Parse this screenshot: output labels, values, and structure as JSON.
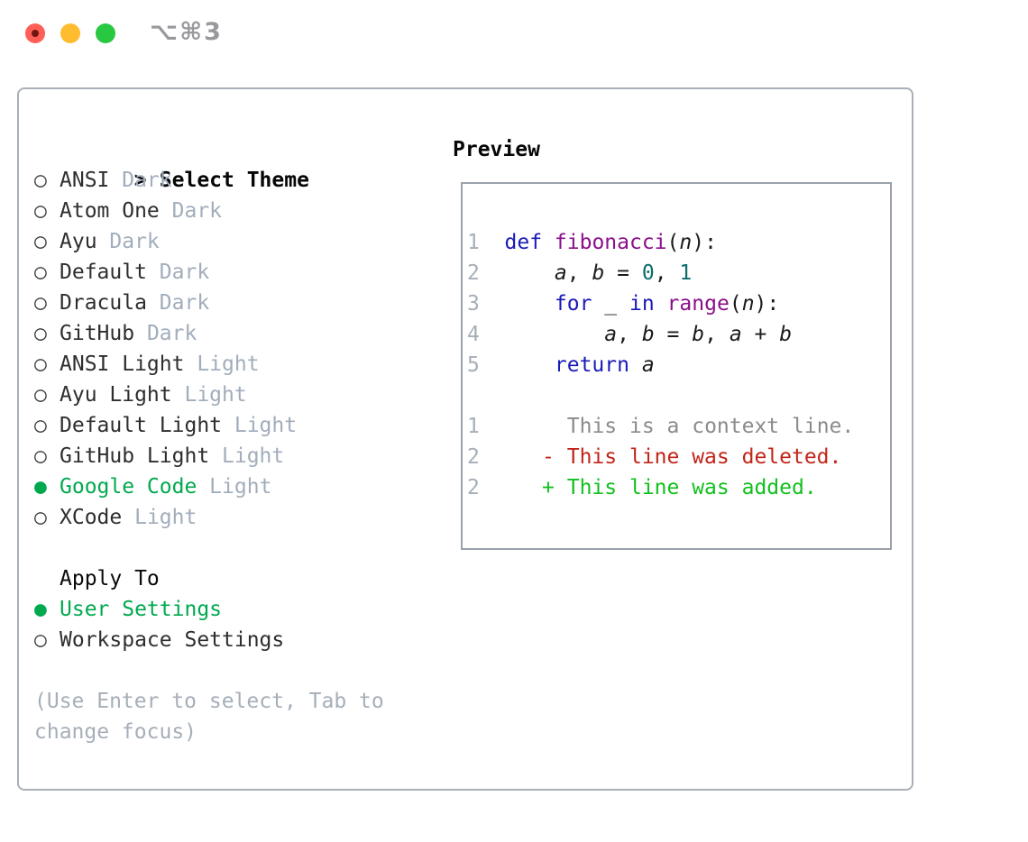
{
  "window": {
    "titlebar_label": "⌥⌘3"
  },
  "theme_picker": {
    "header_prefix": ">",
    "header": "Select Theme",
    "marker_unselected": "○",
    "marker_selected": "●",
    "items": [
      {
        "name": "ANSI",
        "variant": "Dark",
        "selected": false
      },
      {
        "name": "Atom One",
        "variant": "Dark",
        "selected": false
      },
      {
        "name": "Ayu",
        "variant": "Dark",
        "selected": false
      },
      {
        "name": "Default",
        "variant": "Dark",
        "selected": false
      },
      {
        "name": "Dracula",
        "variant": "Dark",
        "selected": false
      },
      {
        "name": "GitHub",
        "variant": "Dark",
        "selected": false
      },
      {
        "name": "ANSI Light",
        "variant": "Light",
        "selected": false
      },
      {
        "name": "Ayu Light",
        "variant": "Light",
        "selected": false
      },
      {
        "name": "Default Light",
        "variant": "Light",
        "selected": false
      },
      {
        "name": "GitHub Light",
        "variant": "Light",
        "selected": false
      },
      {
        "name": "Google Code",
        "variant": "Light",
        "selected": true
      },
      {
        "name": "XCode",
        "variant": "Light",
        "selected": false
      }
    ],
    "apply_to": {
      "header": "Apply To",
      "options": [
        {
          "name": "User Settings",
          "selected": true
        },
        {
          "name": "Workspace Settings",
          "selected": false
        }
      ]
    },
    "help_lines": [
      "(Use Enter to select, Tab to",
      "change focus)"
    ]
  },
  "preview": {
    "header": "Preview",
    "lines": [
      {
        "num": "1",
        "segments": [
          [
            "def",
            "kw"
          ],
          [
            " ",
            "pl"
          ],
          [
            "fibonacci",
            "fn"
          ],
          [
            "(",
            "pl"
          ],
          [
            "n",
            "var"
          ],
          [
            "):",
            "pl"
          ]
        ]
      },
      {
        "num": "2",
        "segments": [
          [
            "    ",
            "pl"
          ],
          [
            "a",
            "var"
          ],
          [
            ", ",
            "pl"
          ],
          [
            "b",
            "var"
          ],
          [
            " = ",
            "pl"
          ],
          [
            "0",
            "num"
          ],
          [
            ", ",
            "pl"
          ],
          [
            "1",
            "num"
          ]
        ]
      },
      {
        "num": "3",
        "segments": [
          [
            "    ",
            "pl"
          ],
          [
            "for",
            "kw"
          ],
          [
            " ",
            "pl"
          ],
          [
            "_",
            "var"
          ],
          [
            " ",
            "pl"
          ],
          [
            "in",
            "kw"
          ],
          [
            " ",
            "pl"
          ],
          [
            "range",
            "fn"
          ],
          [
            "(",
            "pl"
          ],
          [
            "n",
            "var"
          ],
          [
            "):",
            "pl"
          ]
        ]
      },
      {
        "num": "4",
        "segments": [
          [
            "        ",
            "pl"
          ],
          [
            "a",
            "var"
          ],
          [
            ", ",
            "pl"
          ],
          [
            "b",
            "var"
          ],
          [
            " = ",
            "pl"
          ],
          [
            "b",
            "var"
          ],
          [
            ", ",
            "pl"
          ],
          [
            "a",
            "var"
          ],
          [
            " + ",
            "pl"
          ],
          [
            "b",
            "var"
          ]
        ]
      },
      {
        "num": "5",
        "segments": [
          [
            "    ",
            "pl"
          ],
          [
            "return",
            "kw"
          ],
          [
            " ",
            "pl"
          ],
          [
            "a",
            "var"
          ]
        ]
      },
      {
        "num": "",
        "segments": []
      },
      {
        "num": "1",
        "segments": [
          [
            "     ",
            "pl"
          ],
          [
            "This is a context line.",
            "ctx"
          ]
        ]
      },
      {
        "num": "2",
        "segments": [
          [
            "   ",
            "pl"
          ],
          [
            "- This line was deleted.",
            "del"
          ]
        ]
      },
      {
        "num": "2",
        "segments": [
          [
            "   ",
            "pl"
          ],
          [
            "+ This line was added.",
            "add"
          ]
        ]
      }
    ]
  },
  "colors": {
    "keyword": "#1a1ab8",
    "function": "#8b0f8b",
    "number": "#0d6d6d",
    "context": "#8b8b8b",
    "deleted": "#c22519",
    "added": "#12c01e",
    "selected": "#00a94e",
    "accent_red": "#ff5f57",
    "accent_yellow": "#febc2e",
    "accent_green": "#28c840"
  }
}
